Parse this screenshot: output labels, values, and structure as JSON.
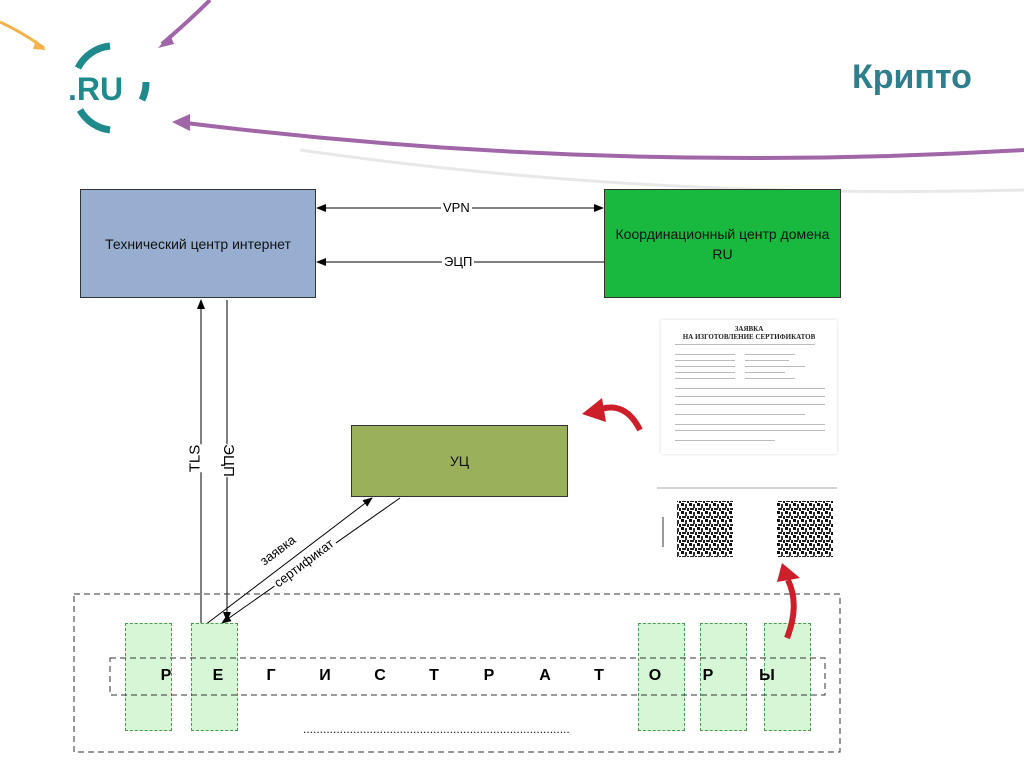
{
  "header": {
    "title": "Крипто",
    "logo_text": ".RU"
  },
  "nodes": {
    "tech_center": "Технический центр интернет",
    "coord_center": "Координационный центр домена RU",
    "uc": "УЦ"
  },
  "edges": {
    "vpn": "VPN",
    "ecp_top": "ЭЦП",
    "tls": "TLS",
    "ecp_vertical": "ЭЦП",
    "zayavka": "заявка",
    "sertifikat": "сертификат"
  },
  "registrars": {
    "letters": [
      "Р",
      "Е",
      "Г",
      "И",
      "С",
      "Т",
      "Р",
      "А",
      "Т",
      "О",
      "Р",
      "Ы"
    ],
    "dots": "................................................................................"
  },
  "form": {
    "title_line1": "ЗАЯВКА",
    "title_line2": "НА ИЗГОТОВЛЕНИЕ СЕРТИФИКАТОВ"
  },
  "colors": {
    "title": "#2f7e8c",
    "tech_center_fill": "#97aed0",
    "coord_center_fill": "#19b83f",
    "uc_fill": "#9ab05a",
    "registrar_fill": "#d6f7d6",
    "accent_arrow": "#cc1f2a",
    "swoosh": "#a066a8"
  }
}
